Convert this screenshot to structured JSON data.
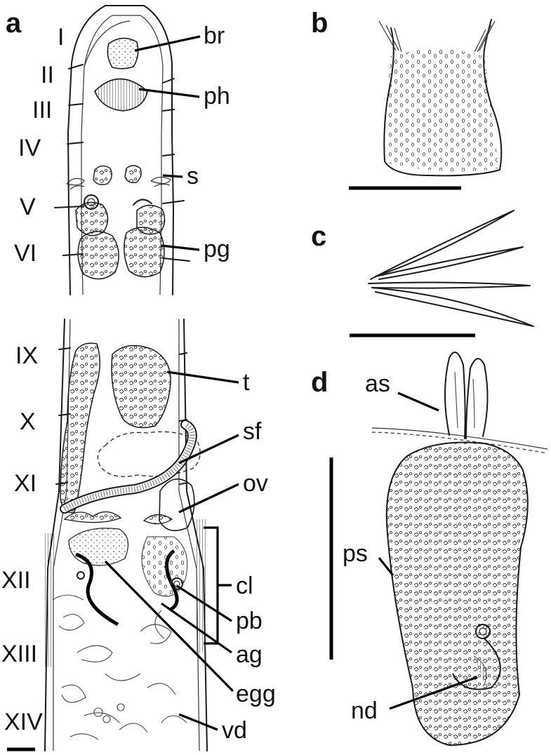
{
  "panels": {
    "a": "a",
    "b": "b",
    "c": "c",
    "d": "d"
  },
  "segments": [
    "I",
    "II",
    "III",
    "IV",
    "V",
    "VI",
    "IX",
    "X",
    "XI",
    "XII",
    "XIII",
    "XIV"
  ],
  "labels": {
    "br": "br",
    "ph": "ph",
    "s": "s",
    "pg": "pg",
    "t": "t",
    "sf": "sf",
    "ov": "ov",
    "cl": "cl",
    "pb": "pb",
    "ag": "ag",
    "egg": "egg",
    "vd": "vd",
    "as": "as",
    "ps": "ps",
    "nd": "nd"
  }
}
